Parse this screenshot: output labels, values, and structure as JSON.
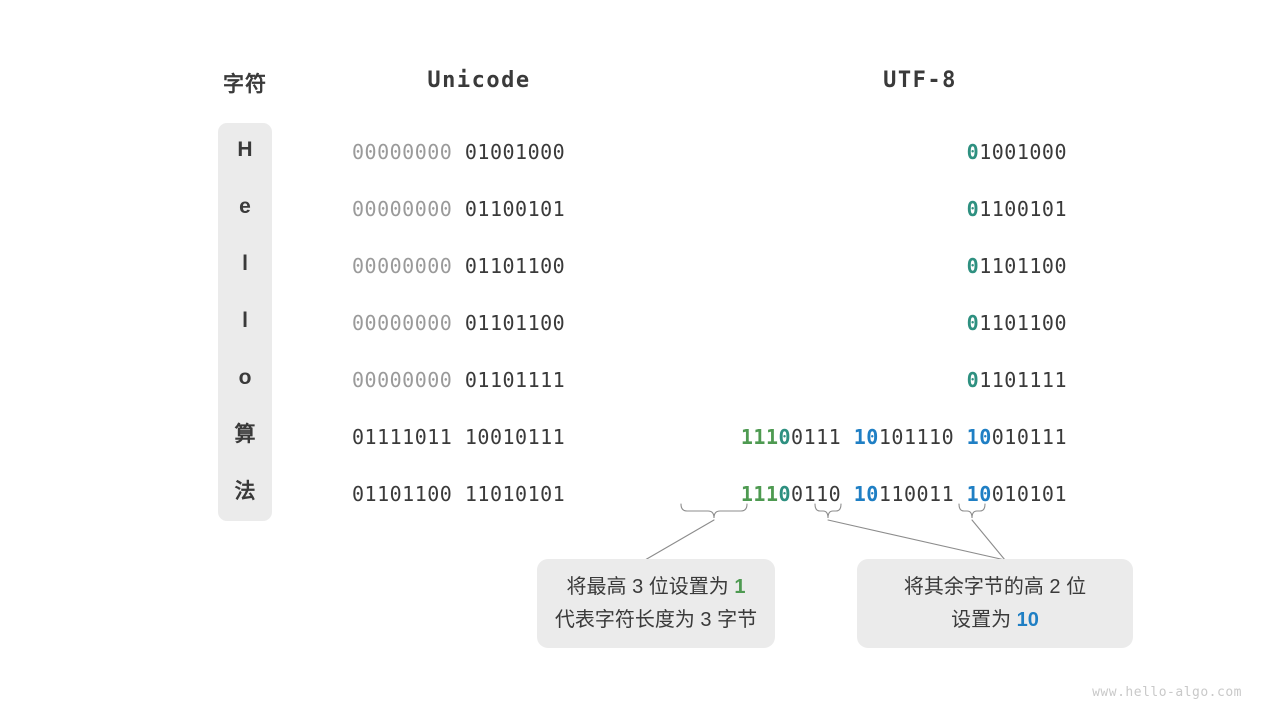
{
  "headers": {
    "char": "字符",
    "unicode": "Unicode",
    "utf8": "UTF-8"
  },
  "colors": {
    "green": "#4e9a51",
    "teal": "#2e9080",
    "blue": "#1f7fc4",
    "dark": "#3a3a3a",
    "dim": "#9a9a9a",
    "panel": "#ebebeb"
  },
  "rows": [
    {
      "char": "H",
      "unicode_high": "00000000",
      "unicode_low": "01001000",
      "utf8": [
        {
          "prefix": "0",
          "prefix_color": "teal",
          "rest": "1001000"
        }
      ]
    },
    {
      "char": "e",
      "unicode_high": "00000000",
      "unicode_low": "01100101",
      "utf8": [
        {
          "prefix": "0",
          "prefix_color": "teal",
          "rest": "1100101"
        }
      ]
    },
    {
      "char": "l",
      "unicode_high": "00000000",
      "unicode_low": "01101100",
      "utf8": [
        {
          "prefix": "0",
          "prefix_color": "teal",
          "rest": "1101100"
        }
      ]
    },
    {
      "char": "l",
      "unicode_high": "00000000",
      "unicode_low": "01101100",
      "utf8": [
        {
          "prefix": "0",
          "prefix_color": "teal",
          "rest": "1101100"
        }
      ]
    },
    {
      "char": "o",
      "unicode_high": "00000000",
      "unicode_low": "01101111",
      "utf8": [
        {
          "prefix": "0",
          "prefix_color": "teal",
          "rest": "1101111"
        }
      ]
    },
    {
      "char": "算",
      "unicode_high": "01111011",
      "unicode_low": "10010111",
      "utf8": [
        {
          "prefix": "111",
          "prefix_color": "green",
          "prefix2": "0",
          "prefix2_color": "teal",
          "rest": "0111"
        },
        {
          "prefix": "10",
          "prefix_color": "blue",
          "rest": "101110"
        },
        {
          "prefix": "10",
          "prefix_color": "blue",
          "rest": "010111"
        }
      ]
    },
    {
      "char": "法",
      "unicode_high": "01101100",
      "unicode_low": "11010101",
      "utf8": [
        {
          "prefix": "111",
          "prefix_color": "green",
          "prefix2": "0",
          "prefix2_color": "teal",
          "rest": "0110"
        },
        {
          "prefix": "10",
          "prefix_color": "blue",
          "rest": "110011"
        },
        {
          "prefix": "10",
          "prefix_color": "blue",
          "rest": "010101"
        }
      ]
    }
  ],
  "notes": {
    "left": {
      "line1_a": "将最高 3 位设置为 ",
      "line1_kw": "1",
      "line2": "代表字符长度为 3 字节"
    },
    "right": {
      "line1": "将其余字节的高 2 位",
      "line2_a": "设置为 ",
      "line2_kw": "10"
    }
  },
  "watermark": "www.hello-algo.com"
}
